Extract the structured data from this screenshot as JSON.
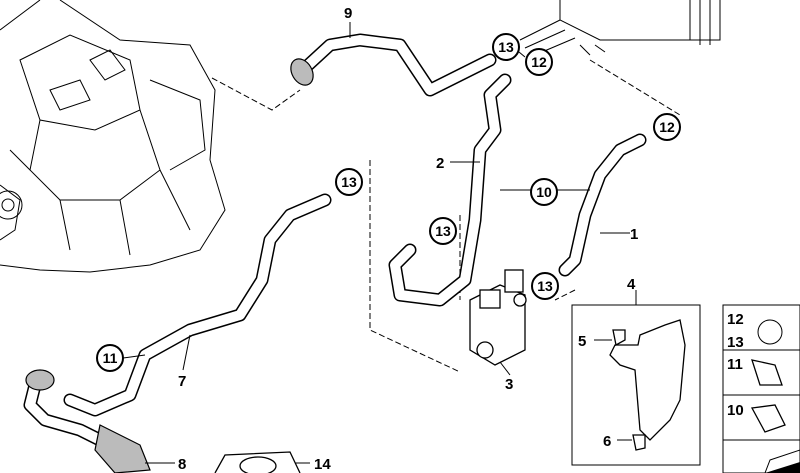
{
  "diagram": {
    "callouts": {
      "p9": "9",
      "p13a": "13",
      "p12a": "12",
      "p12b": "12",
      "p2": "2",
      "p10": "10",
      "p1": "1",
      "p13b": "13",
      "p13c": "13",
      "p13d": "13",
      "p4": "4",
      "p5": "5",
      "p3": "3",
      "p11": "11",
      "p7": "7",
      "p6": "6",
      "p8": "8",
      "p14": "14"
    },
    "legend_panel": {
      "clamp_12": "12",
      "clamp_13": "13",
      "clip_11": "11",
      "clip_10": "10"
    }
  }
}
